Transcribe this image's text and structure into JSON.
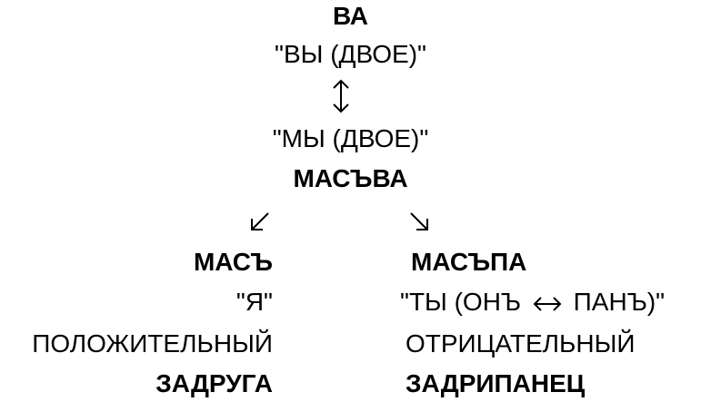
{
  "top": {
    "word": "ВА",
    "gloss": "\"ВЫ (ДВОЕ)\""
  },
  "arrows": {
    "vertical": "up-down-arrow-icon",
    "left": "down-left-arrow-icon",
    "right": "down-right-arrow-icon",
    "inline": "left-right-arrow-icon"
  },
  "middle": {
    "gloss": "\"МЫ (ДВОЕ)\"",
    "word": "МАСЪВА"
  },
  "left_branch": {
    "word": "МАСЪ",
    "gloss": "\"Я\"",
    "quality": "ПОЛОЖИТЕЛЬНЫЙ",
    "result": "ЗАДРУГА"
  },
  "right_branch": {
    "word": "МАСЪПА",
    "gloss_start": "\"ТЫ (ОНЪ",
    "gloss_end": "ПАНЪ)\"",
    "quality": "ОТРИЦАТЕЛЬНЫЙ",
    "result": "ЗАДРИПАНЕЦ"
  }
}
